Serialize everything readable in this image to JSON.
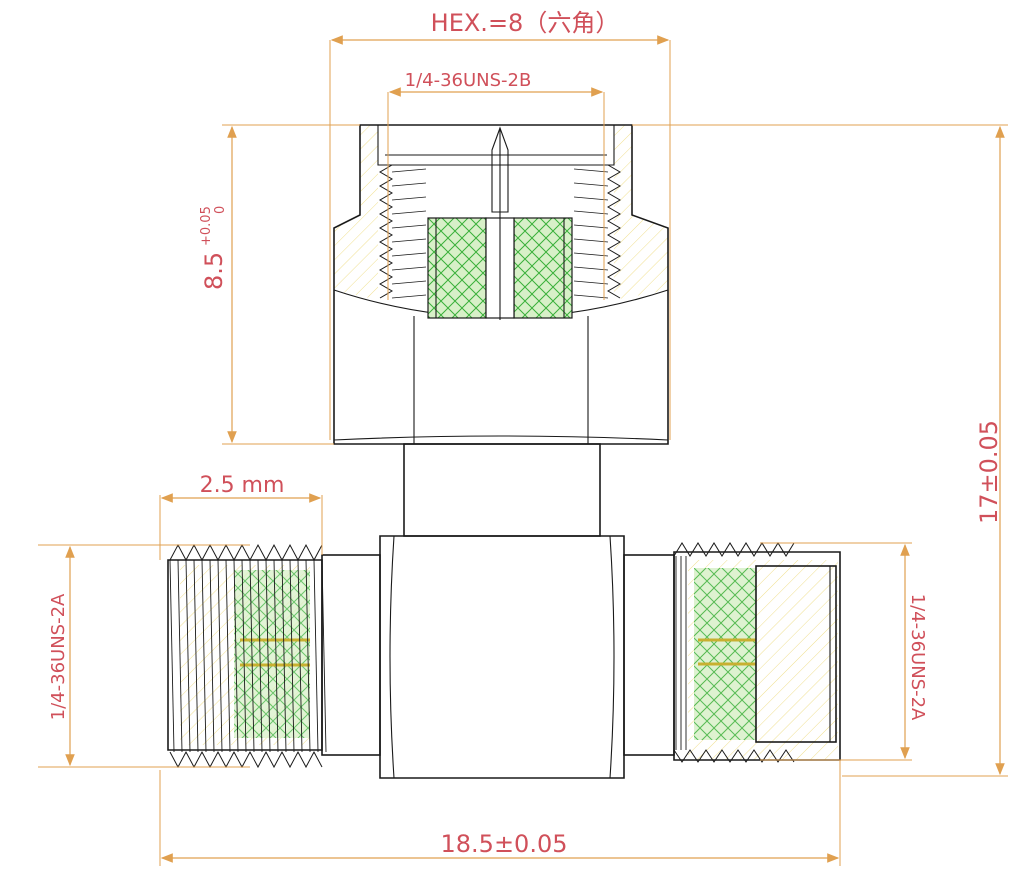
{
  "drawing": {
    "dimensions": {
      "hex": "HEX.=8（六角）",
      "thread_top": "1/4-36UNS-2B",
      "depth_main": "8.5",
      "depth_tol_upper": "+0.05",
      "depth_tol_lower": "0",
      "total_height": "17±0.05",
      "left_length": "2.5 mm",
      "thread_left": "1/4-36UNS-2A",
      "thread_right": "1/4-36UNS-2A",
      "total_width": "18.5±0.05"
    },
    "colors": {
      "dimension_line": "#e0a050",
      "dimension_text": "#d0505a",
      "insulator_fill": "#d8f0c8",
      "insulator_mesh": "#3ab03a",
      "hatch": "#f0e090",
      "outline": "#1a1a1a"
    }
  }
}
